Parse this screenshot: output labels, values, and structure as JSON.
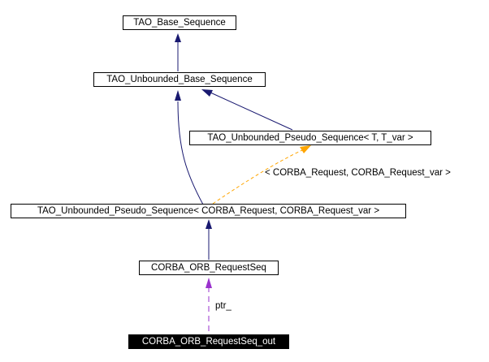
{
  "diagram": {
    "title": "Inheritance / collaboration graph",
    "nodes": [
      {
        "id": "base_seq",
        "label": "TAO_Base_Sequence",
        "current": false
      },
      {
        "id": "unb_base_seq",
        "label": "TAO_Unbounded_Base_Sequence",
        "current": false
      },
      {
        "id": "unb_pseudo_tpl",
        "label": "TAO_Unbounded_Pseudo_Sequence< T, T_var >",
        "current": false
      },
      {
        "id": "unb_pseudo_inst",
        "label": "TAO_Unbounded_Pseudo_Sequence< CORBA_Request, CORBA_Request_var >",
        "current": false
      },
      {
        "id": "orb_req_seq",
        "label": "CORBA_ORB_RequestSeq",
        "current": false
      },
      {
        "id": "orb_req_seq_out",
        "label": "CORBA_ORB_RequestSeq_out",
        "current": true
      }
    ],
    "edges": [
      {
        "from": "unb_base_seq",
        "to": "base_seq",
        "kind": "inheritance",
        "color": "#191970",
        "label": ""
      },
      {
        "from": "unb_pseudo_tpl",
        "to": "unb_base_seq",
        "kind": "inheritance",
        "color": "#191970",
        "label": ""
      },
      {
        "from": "unb_pseudo_inst",
        "to": "unb_base_seq",
        "kind": "inheritance",
        "color": "#191970",
        "label": ""
      },
      {
        "from": "unb_pseudo_inst",
        "to": "unb_pseudo_tpl",
        "kind": "template-instance",
        "color": "#ffa500",
        "label": "< CORBA_Request, CORBA_Request_var >"
      },
      {
        "from": "orb_req_seq",
        "to": "unb_pseudo_inst",
        "kind": "inheritance",
        "color": "#191970",
        "label": ""
      },
      {
        "from": "orb_req_seq_out",
        "to": "orb_req_seq",
        "kind": "usage",
        "color": "#9a32cd",
        "label": "ptr_"
      }
    ]
  }
}
